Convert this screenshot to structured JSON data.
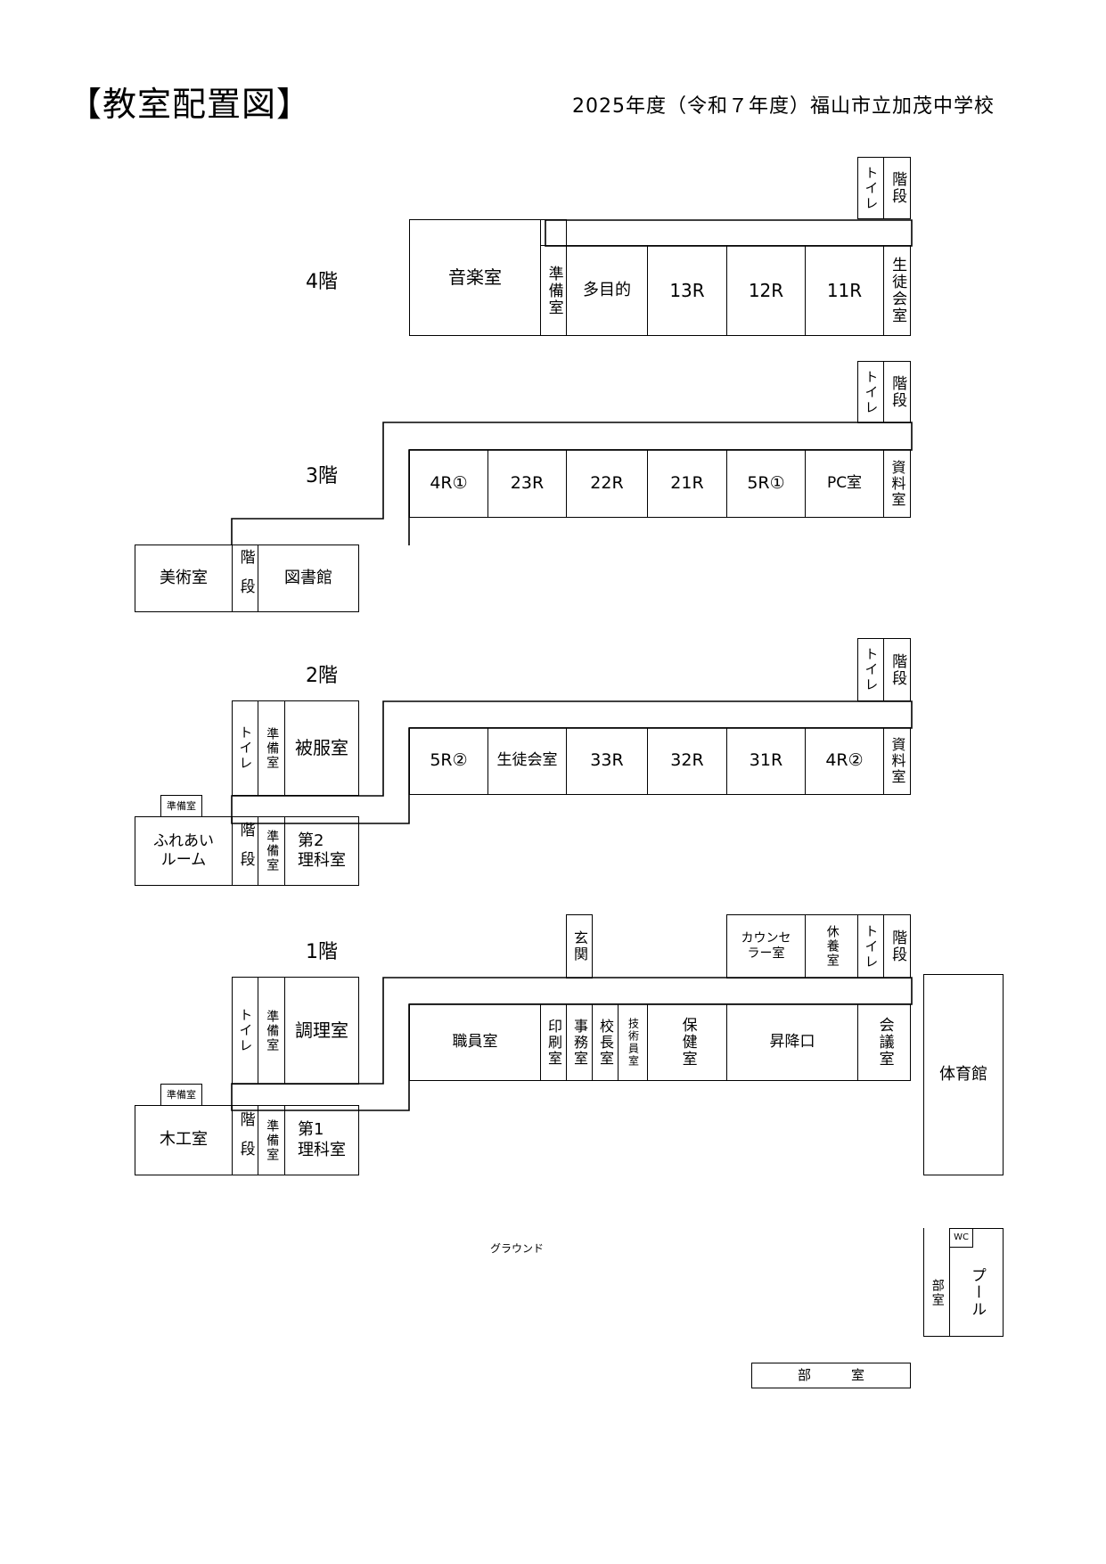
{
  "title": "【教室配置図】",
  "subtitle": "2025年度（令和７年度）福山市立加茂中学校",
  "floors": {
    "f4": {
      "label": "4階",
      "rooms": {
        "music": "音楽室",
        "prep": "準備室",
        "multi": "多目的",
        "r13": "13R",
        "r12": "12R",
        "r11": "11R",
        "council": "生徒会室",
        "toilet": "トイレ",
        "stairs": "階段"
      }
    },
    "f3": {
      "label": "3階",
      "rooms": {
        "r4_1": "4R①",
        "r23": "23R",
        "r22": "22R",
        "r21": "21R",
        "r5_1": "5R①",
        "pc": "PC室",
        "materials": "資料室",
        "toilet": "トイレ",
        "stairs_e": "階段",
        "art": "美術室",
        "stairs_w": "階段",
        "library": "図書館"
      }
    },
    "f2": {
      "label": "2階",
      "rooms": {
        "toilet_w": "トイレ",
        "prep_w": "準備室",
        "clothing": "被服室",
        "r5_2": "5R②",
        "council": "生徒会室",
        "r33": "33R",
        "r32": "32R",
        "r31": "31R",
        "r4_2": "4R②",
        "materials": "資料室",
        "toilet_e": "トイレ",
        "stairs_e": "階段",
        "prep_small": "準備室",
        "fureai": "ふれあい\nルーム",
        "stairs_w": "階段",
        "prep_sci": "準備室",
        "science2": "第2\n理科室"
      }
    },
    "f1": {
      "label": "1階",
      "rooms": {
        "entrance": "玄関",
        "counselor": "カウンセ\nラー室",
        "rest": "休養室",
        "toilet_e": "トイレ",
        "stairs_e": "階段",
        "toilet_w": "トイレ",
        "prep_w": "準備室",
        "cooking": "調理室",
        "staff": "職員室",
        "print": "印刷室",
        "office": "事務室",
        "principal": "校長室",
        "technician": "技術員室",
        "health": "保健室",
        "shoes": "昇降口",
        "meeting": "会議室",
        "prep_small": "準備室",
        "woodwork": "木工室",
        "stairs_w": "階段",
        "prep_sci": "準備室",
        "science1": "第1\n理科室",
        "gym": "体育館"
      }
    }
  },
  "grounds": {
    "ground": "グラウンド",
    "wc": "WC",
    "club_small": "部室",
    "pool": "プール",
    "club_rooms": "部　　　室"
  }
}
